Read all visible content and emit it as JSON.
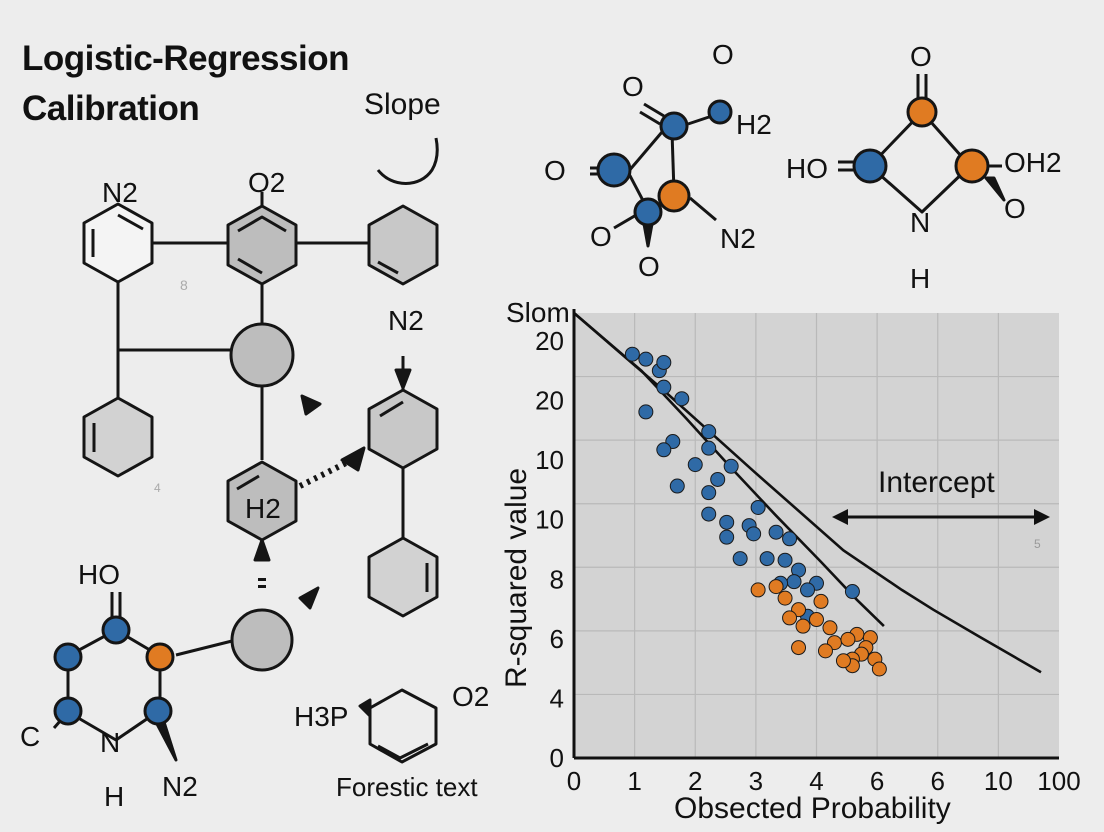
{
  "title": {
    "line1": "Logistic-Regression",
    "line2": "Calibration"
  },
  "slope_label": "Slope",
  "molecules": {
    "left_grid": {
      "n2_top": "N2",
      "o2_top": "O2",
      "n2_right": "N2",
      "h2_center": "H2",
      "stray": "8"
    },
    "top_right_a": {
      "o_top": "O",
      "h2": "H2",
      "o_left": "O",
      "o_bottom_left": "O",
      "o_bottom": "O",
      "n2": "N2"
    },
    "top_right_b": {
      "o_top": "O",
      "ho": "HO",
      "oh2": "OH2",
      "n": "N",
      "o": "O",
      "h": "H"
    },
    "bottom_left": {
      "ho": "HO",
      "c": "C",
      "n": "N",
      "h": "H",
      "n2": "N2",
      "stray": "4"
    },
    "bottom_center": {
      "h3p": "H3P",
      "o2": "O2",
      "caption": "Forestic text"
    }
  },
  "colors": {
    "blue": "#2f6aa6",
    "orange": "#e07b22",
    "gray": "#bdbdbd",
    "ink": "#151515"
  },
  "chart_data": {
    "type": "scatter",
    "xlabel": "Obsected Probability",
    "ylabel": "R-squared value",
    "corner_label": "Slom",
    "annotation": "Intercept",
    "stray_mark": "5",
    "x_ticks": [
      "0",
      "1",
      "2",
      "3",
      "4",
      "6",
      "6",
      "10",
      "100"
    ],
    "y_ticks": [
      "20",
      "20",
      "10",
      "10",
      "8",
      "6",
      "4",
      "0"
    ],
    "grid": true,
    "series": [
      {
        "color": "blue",
        "points": [
          [
            1.3,
            24.5
          ],
          [
            1.6,
            24.2
          ],
          [
            1.9,
            23.5
          ],
          [
            2.0,
            24.0
          ],
          [
            2.0,
            22.5
          ],
          [
            2.4,
            21.8
          ],
          [
            1.6,
            21.0
          ],
          [
            2.2,
            19.2
          ],
          [
            2.0,
            18.7
          ],
          [
            3.0,
            19.8
          ],
          [
            3.0,
            18.8
          ],
          [
            2.7,
            17.8
          ],
          [
            3.5,
            17.7
          ],
          [
            3.2,
            16.9
          ],
          [
            3.0,
            16.1
          ],
          [
            2.3,
            16.5
          ],
          [
            4.1,
            15.2
          ],
          [
            3.0,
            14.8
          ],
          [
            3.4,
            14.3
          ],
          [
            3.9,
            14.1
          ],
          [
            4.5,
            13.7
          ],
          [
            3.4,
            13.4
          ],
          [
            4.0,
            13.6
          ],
          [
            4.8,
            13.3
          ],
          [
            3.7,
            12.1
          ],
          [
            4.3,
            12.1
          ],
          [
            4.7,
            12.0
          ],
          [
            5.0,
            11.4
          ],
          [
            4.9,
            10.7
          ],
          [
            5.4,
            10.6
          ],
          [
            4.6,
            10.6
          ],
          [
            5.2,
            10.2
          ],
          [
            6.2,
            10.1
          ],
          [
            5.2,
            8.6
          ]
        ]
      },
      {
        "color": "orange",
        "points": [
          [
            4.1,
            10.2
          ],
          [
            4.5,
            10.4
          ],
          [
            4.7,
            9.7
          ],
          [
            5.5,
            9.5
          ],
          [
            5.0,
            9.0
          ],
          [
            4.8,
            8.5
          ],
          [
            5.4,
            8.4
          ],
          [
            5.1,
            8.0
          ],
          [
            5.7,
            7.9
          ],
          [
            6.3,
            7.5
          ],
          [
            5.8,
            7.0
          ],
          [
            6.6,
            7.3
          ],
          [
            6.1,
            7.2
          ],
          [
            6.5,
            6.7
          ],
          [
            6.4,
            6.3
          ],
          [
            6.2,
            6.0
          ],
          [
            6.2,
            5.6
          ],
          [
            6.7,
            6.0
          ],
          [
            6.0,
            5.9
          ],
          [
            5.6,
            6.5
          ],
          [
            5.0,
            6.7
          ],
          [
            6.8,
            5.4
          ]
        ]
      }
    ],
    "curve_a_points": [
      [
        0,
        27
      ],
      [
        2,
        22.3
      ],
      [
        4,
        17.4
      ],
      [
        6,
        12.6
      ],
      [
        7.3,
        10.2
      ],
      [
        8,
        9.0
      ],
      [
        9,
        7.4
      ],
      [
        10.4,
        5.2
      ]
    ],
    "curve_b_points": [
      [
        0,
        27
      ],
      [
        1.5,
        23.5
      ],
      [
        2.5,
        20.6
      ],
      [
        3.5,
        17.6
      ],
      [
        4.5,
        14.7
      ],
      [
        5.5,
        11.9
      ],
      [
        6.3,
        9.6
      ],
      [
        6.9,
        8.0
      ]
    ],
    "ylim": [
      0,
      27
    ],
    "xlim": [
      0,
      10.8
    ]
  }
}
